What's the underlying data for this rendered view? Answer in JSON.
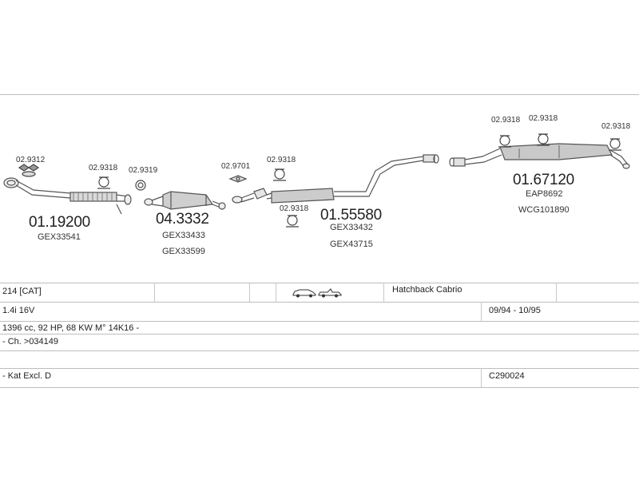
{
  "parts": {
    "p1": {
      "number": "01.19200",
      "codes": [
        "GEX33541"
      ]
    },
    "p2": {
      "number": "04.3332",
      "codes": [
        "GEX33433",
        "GEX33599"
      ]
    },
    "p3": {
      "number": "01.55580",
      "codes": [
        "GEX33432",
        "GEX43715"
      ]
    },
    "p4": {
      "number": "01.67120",
      "codes": [
        "EAP8692",
        "WCG101890"
      ]
    }
  },
  "mounts": {
    "m1": "02.9312",
    "m2": "02.9318",
    "m3": "02.9319",
    "m4": "02.9701",
    "m5": "02.9318",
    "m6": "02.9318",
    "m7": "02.9318",
    "m8": "02.9318",
    "m9": "02.9318"
  },
  "table": {
    "model": "214  [CAT]",
    "body_type": "Hatchback Cabrio",
    "engine": "1.4i 16V",
    "years": "09/94 - 10/95",
    "specs": "1396 cc, 92 HP, 68 KW M° 14K16 -",
    "chassis": "- Ch. >034149",
    "note": "- Kat Excl. D",
    "code": "C290024"
  },
  "icons": [
    "hatchback-car-icon",
    "cabrio-car-icon"
  ]
}
